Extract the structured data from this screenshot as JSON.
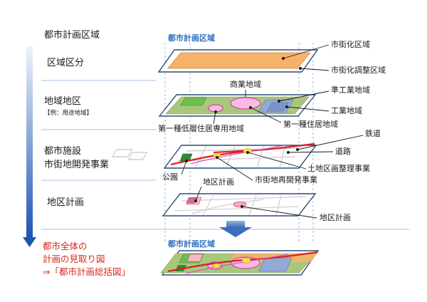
{
  "header": {
    "left_title": "都市計画区域",
    "stack_top_label": "都市計画区域",
    "stack_bottom_label": "都市計画区域"
  },
  "categories": [
    {
      "key": "kuiki",
      "label_lines": [
        "区域区分"
      ]
    },
    {
      "key": "chiiki",
      "label_lines": [
        "地域地区"
      ],
      "sub": "【例：用途地域】"
    },
    {
      "key": "shisetsu",
      "label_lines": [
        "都市施設",
        "市街地開発事業"
      ]
    },
    {
      "key": "chiku",
      "label_lines": [
        "地区計画"
      ]
    }
  ],
  "conclusion": {
    "lines": [
      "都市全体の",
      "計画の見取り図",
      "⇒「都市計画総括図」"
    ]
  },
  "callouts": {
    "shigaika": "市街化区域",
    "chosei": "市街化調整区域",
    "shogyo": "商業地域",
    "jun_kogyo": "準工業地域",
    "kogyo": "工業地域",
    "tei_so": "第一種低層住居専用地域",
    "ichi_ju": "第一種住居地域",
    "tetsudo": "鉄道",
    "doro": "道路",
    "kukaku": "土地区画整理事業",
    "koen": "公園",
    "saikaihatsu": "市街地再開発事業",
    "chiku_keikaku_1": "地区計画",
    "chiku_keikaku_2": "地区計画"
  },
  "colors": {
    "accent_blue": "#2f6fbf",
    "orange_area": "#f6b26b",
    "green_area": "#a9c77a",
    "commercial_pink": "#f7b9e6",
    "industrial_blue": "#93a9d6",
    "rail_red": "#d9211b",
    "note_red": "#d8261c"
  }
}
